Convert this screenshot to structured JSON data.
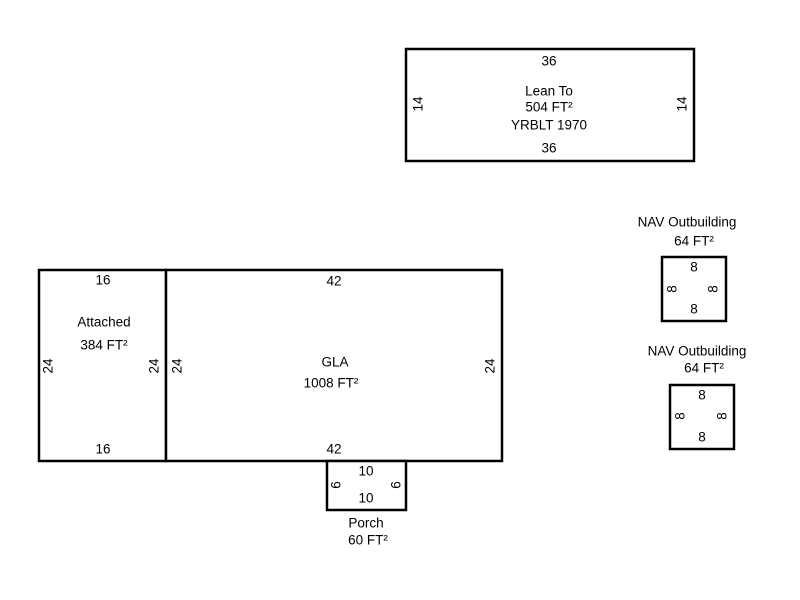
{
  "areas": {
    "lean_to": {
      "name": "Lean To",
      "size": "504 FT²",
      "note": "YRBLT 1970",
      "top": "36",
      "bottom": "36",
      "left": "14",
      "right": "14"
    },
    "attached": {
      "name": "Attached",
      "size": "384 FT²",
      "top": "16",
      "bottom": "16",
      "left": "24",
      "right": "24"
    },
    "gla": {
      "name": "GLA",
      "size": "1008 FT²",
      "top": "42",
      "bottom": "42",
      "left": "24",
      "right": "24"
    },
    "porch": {
      "name": "Porch",
      "size": "60 FT²",
      "top": "10",
      "bottom": "10",
      "left": "6",
      "right": "6"
    },
    "outbuilding_1": {
      "name": "NAV Outbuilding",
      "size": "64 FT²",
      "top": "8",
      "bottom": "8",
      "left": "8",
      "right": "8"
    },
    "outbuilding_2": {
      "name": "NAV Outbuilding",
      "size": "64 FT²",
      "top": "8",
      "bottom": "8",
      "left": "8",
      "right": "8"
    }
  }
}
